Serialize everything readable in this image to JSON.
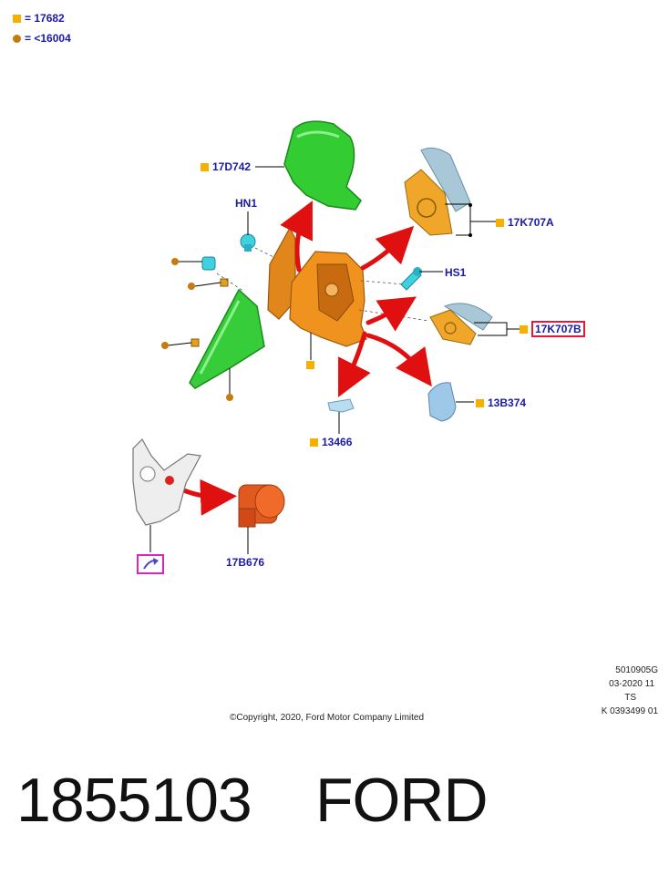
{
  "legend": [
    {
      "symbol": "square",
      "eq": "=",
      "text": "17682"
    },
    {
      "symbol": "circle",
      "eq": "=",
      "text": "<16004"
    }
  ],
  "labels": {
    "cover": "17D742",
    "nut": "HN1",
    "glass_upper": "17K707A",
    "screw": "HS1",
    "glass_lower": "17K707B",
    "lamp": "13B374",
    "clip": "13466",
    "motor": "17B676"
  },
  "meta": {
    "code": "5010905G",
    "date": "03-2020 11",
    "initials": "TS",
    "ref": "K 0393499 01"
  },
  "copyright": "©Copyright, 2020, Ford Motor Company Limited",
  "footer": {
    "part_number": "1855103",
    "brand": "FORD"
  },
  "colors": {
    "label_blue": "#1a1aa6",
    "square_marker": "#f5b000",
    "circle_marker": "#c77a10",
    "arrow_red": "#e01010",
    "highlight_red": "#e01c3a",
    "highlight_magenta": "#e020c0"
  }
}
